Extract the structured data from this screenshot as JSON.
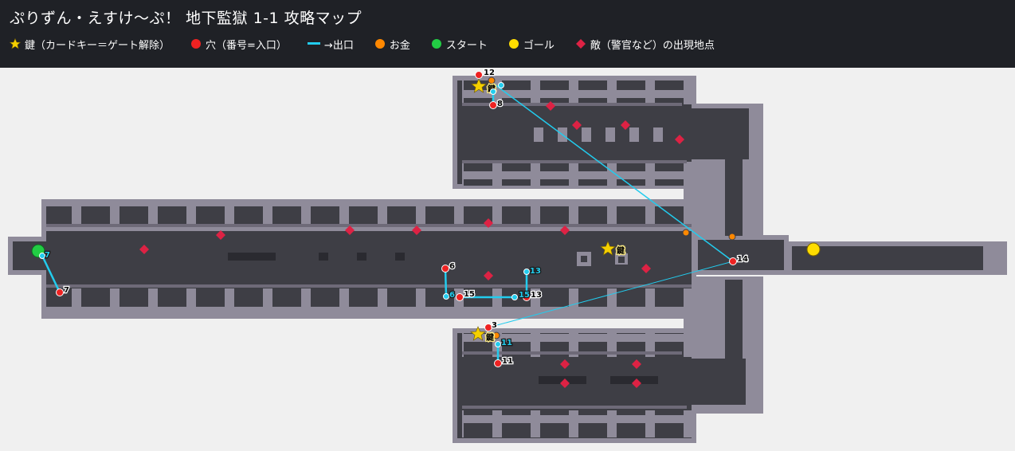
{
  "page": {
    "title": "ぷりずん・えすけ〜ぷ！ 地下監獄 1-1 攻略マップ"
  },
  "legend": [
    {
      "name": "legend-key",
      "icon": "star-icon",
      "color": "#f5d000",
      "label": "鍵（カードキー＝ゲート解除）"
    },
    {
      "name": "legend-hole",
      "icon": "red-dot-icon",
      "color": "#ee2222",
      "label": "穴（番号=入口）"
    },
    {
      "name": "legend-exit",
      "icon": "cyan-line-icon",
      "color": "#22ccee",
      "label": "→出口"
    },
    {
      "name": "legend-money",
      "icon": "orange-dot-icon",
      "color": "#ff8800",
      "label": "お金"
    },
    {
      "name": "legend-start",
      "icon": "green-dot-icon",
      "color": "#22cc44",
      "label": "スタート"
    },
    {
      "name": "legend-goal",
      "icon": "yellow-dot-icon",
      "color": "#ffdd00",
      "label": "ゴール"
    },
    {
      "name": "legend-enemy",
      "icon": "diamond-icon",
      "color": "#dd2244",
      "label": "敵（警官など）の出現地点"
    }
  ],
  "map": {
    "key_label": "鍵",
    "holes": [
      {
        "label": "12",
        "exit": "12"
      },
      {
        "label": "8",
        "exit": "8"
      },
      {
        "label": "7",
        "exit": "7"
      },
      {
        "label": "6",
        "exit": "6"
      },
      {
        "label": "15",
        "exit": "15"
      },
      {
        "label": "13",
        "exit": "13"
      },
      {
        "label": "14",
        "exit": ""
      },
      {
        "label": "3",
        "exit": ""
      },
      {
        "label": "11",
        "exit": "11"
      }
    ]
  }
}
